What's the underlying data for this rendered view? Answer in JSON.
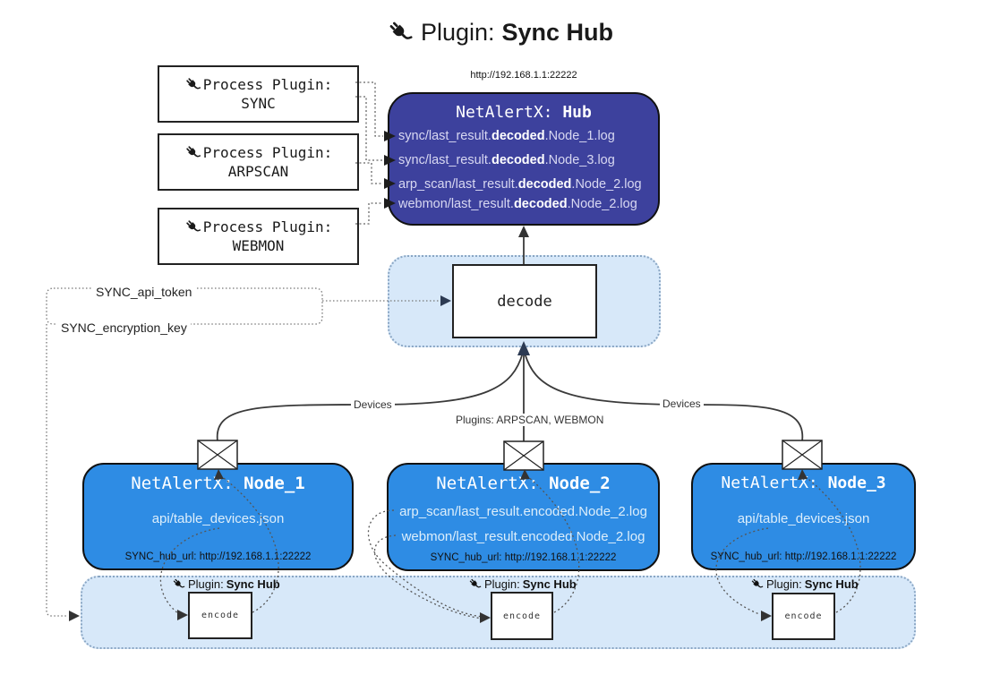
{
  "title": {
    "prefix": "Plugin:",
    "name": "Sync Hub"
  },
  "process_plugins": [
    {
      "label": "Process Plugin:",
      "name": "SYNC"
    },
    {
      "label": "Process Plugin:",
      "name": "ARPSCAN"
    },
    {
      "label": "Process Plugin:",
      "name": "WEBMON"
    }
  ],
  "hub": {
    "url": "http://192.168.1.1:22222",
    "title_prefix": "NetAlertX: ",
    "title_name": "Hub",
    "logs": [
      {
        "pre": "sync/last_result.",
        "bold": "decoded",
        "post": ".Node_1.log"
      },
      {
        "pre": "sync/last_result.",
        "bold": "decoded",
        "post": ".Node_3.log"
      },
      {
        "pre": "arp_scan/last_result.",
        "bold": "decoded",
        "post": ".Node_2.log"
      },
      {
        "pre": "webmon/last_result.",
        "bold": "decoded",
        "post": ".Node_2.log"
      }
    ]
  },
  "decode": {
    "label": "decode"
  },
  "keys": {
    "api_token": "SYNC_api_token",
    "encryption_key": "SYNC_encryption_key"
  },
  "edges": {
    "devices_left": "Devices",
    "devices_right": "Devices",
    "plugins_center": "Plugins: ARPSCAN, WEBMON"
  },
  "nodes": [
    {
      "title_prefix": "NetAlertX: ",
      "title_name": "Node_1",
      "lines": [
        "api/table_devices.json"
      ],
      "hub_url": "SYNC_hub_url: http://192.168.1.1:22222"
    },
    {
      "title_prefix": "NetAlertX: ",
      "title_name": "Node_2",
      "lines": [
        "arp_scan/last_result.encoded.Node_2.log",
        "webmon/last_result.encoded.Node_2.log"
      ],
      "hub_url": "SYNC_hub_url: http://192.168.1.1:22222"
    },
    {
      "title_prefix": "NetAlertX: ",
      "title_name": "Node_3",
      "lines": [
        "api/table_devices.json"
      ],
      "hub_url": "SYNC_hub_url: http://192.168.1.1:22222"
    }
  ],
  "band": {
    "label_prefix": "Plugin:",
    "label_name": "Sync Hub",
    "encode_label": "encode"
  },
  "colors": {
    "hub_fill": "#3d419d",
    "node_fill": "#2e8ce4",
    "band_fill": "#d7e8f9",
    "band_border": "#8aa6c4",
    "solid_line": "#3a3a3a",
    "dotted_line": "#555555",
    "arrowhead_dark": "#222222",
    "arrowhead_navy": "#2c3a52"
  }
}
